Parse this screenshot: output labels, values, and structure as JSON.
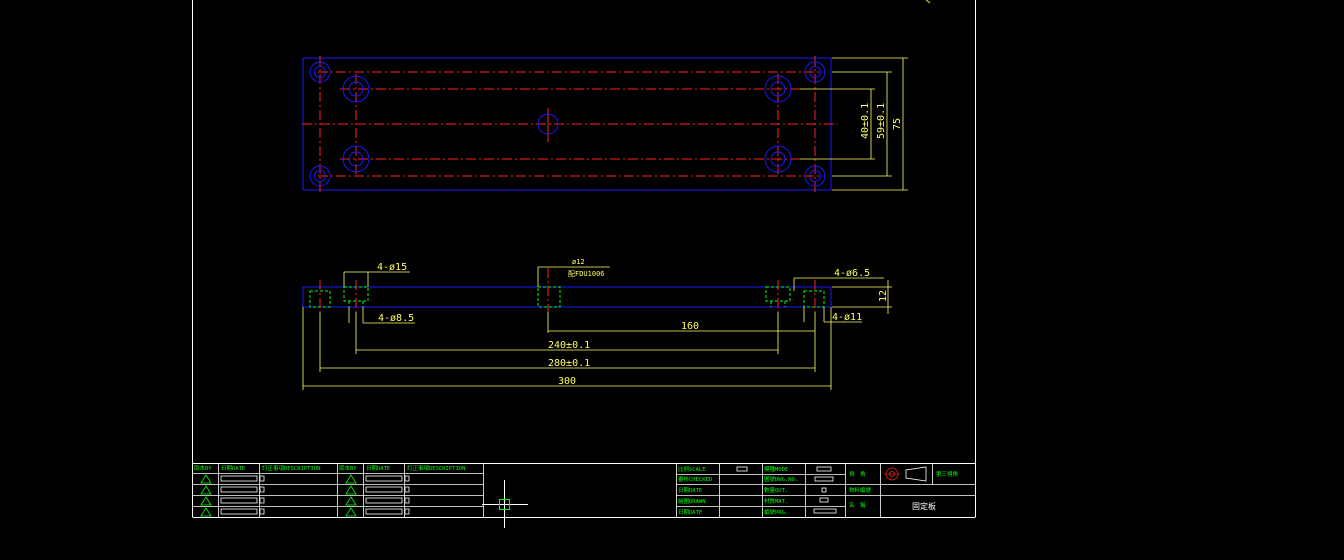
{
  "drawing": {
    "top_view_dims": {
      "d40": "40±0.1",
      "d59": "59±0.1",
      "d75": "75"
    },
    "front_view_dims": {
      "hole_15": "4-ø15",
      "hole_8_5": "4-ø8.5",
      "hole_6_5": "4-ø6.5",
      "hole_11": "4-ø11",
      "center_hole": "ø12",
      "center_note": "配FDU1006",
      "thickness": "12",
      "d160": "160",
      "d240": "240±0.1",
      "d280": "280±0.1",
      "d300": "300"
    }
  },
  "title_block": {
    "revision_headers": [
      "版本BY",
      "日期DATE",
      "訂正事項DESCRIPTION",
      "版本BY",
      "日期DATE",
      "訂正事項DESCRIPTION"
    ],
    "labels": {
      "scale": "比例SCALE",
      "checked": "審核CHECKED",
      "date1": "日期DATE",
      "drawn": "繪圖DRAWN",
      "date2": "日期DATE",
      "mode": "模種MODE",
      "dwg_no": "圖號DWG.NO.",
      "qty": "數量QUT.",
      "mat": "材質MAT.",
      "prg": "編號PRG.",
      "view": "視　角",
      "projection": "第三視角",
      "material_no": "物料編號",
      "name": "名　稱",
      "part_name": "固定板"
    },
    "revision_mark": "⚠"
  }
}
